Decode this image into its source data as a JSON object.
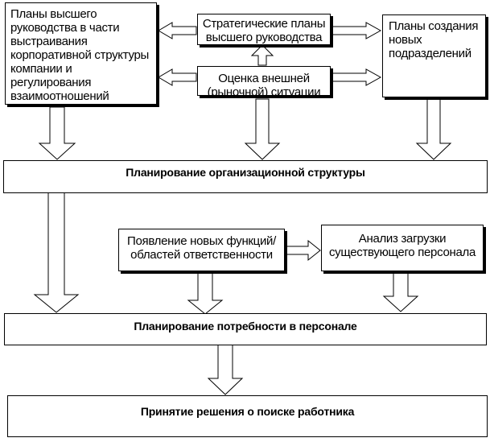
{
  "boxes": {
    "top_plans": "Планы высшего руководства в части выстраивания корпоративной структуры компании и регулирования взаимоотношений",
    "strategic_plans": "Стратегические планы высшего руководства",
    "assessment": "Оценка внешней (рыночной) ситуации",
    "new_units": "Планы создания новых подразделений",
    "org_planning": "Планирование организационной структуры",
    "new_functions": "Появление новых функций/областей ответственности",
    "workload": "Анализ загрузки существующего персонала",
    "staff_planning": "Планирование потребности в персонале",
    "decision": "Принятие решения о поиске работника"
  },
  "colors": {
    "line": "#000000",
    "fill": "#ffffff"
  }
}
